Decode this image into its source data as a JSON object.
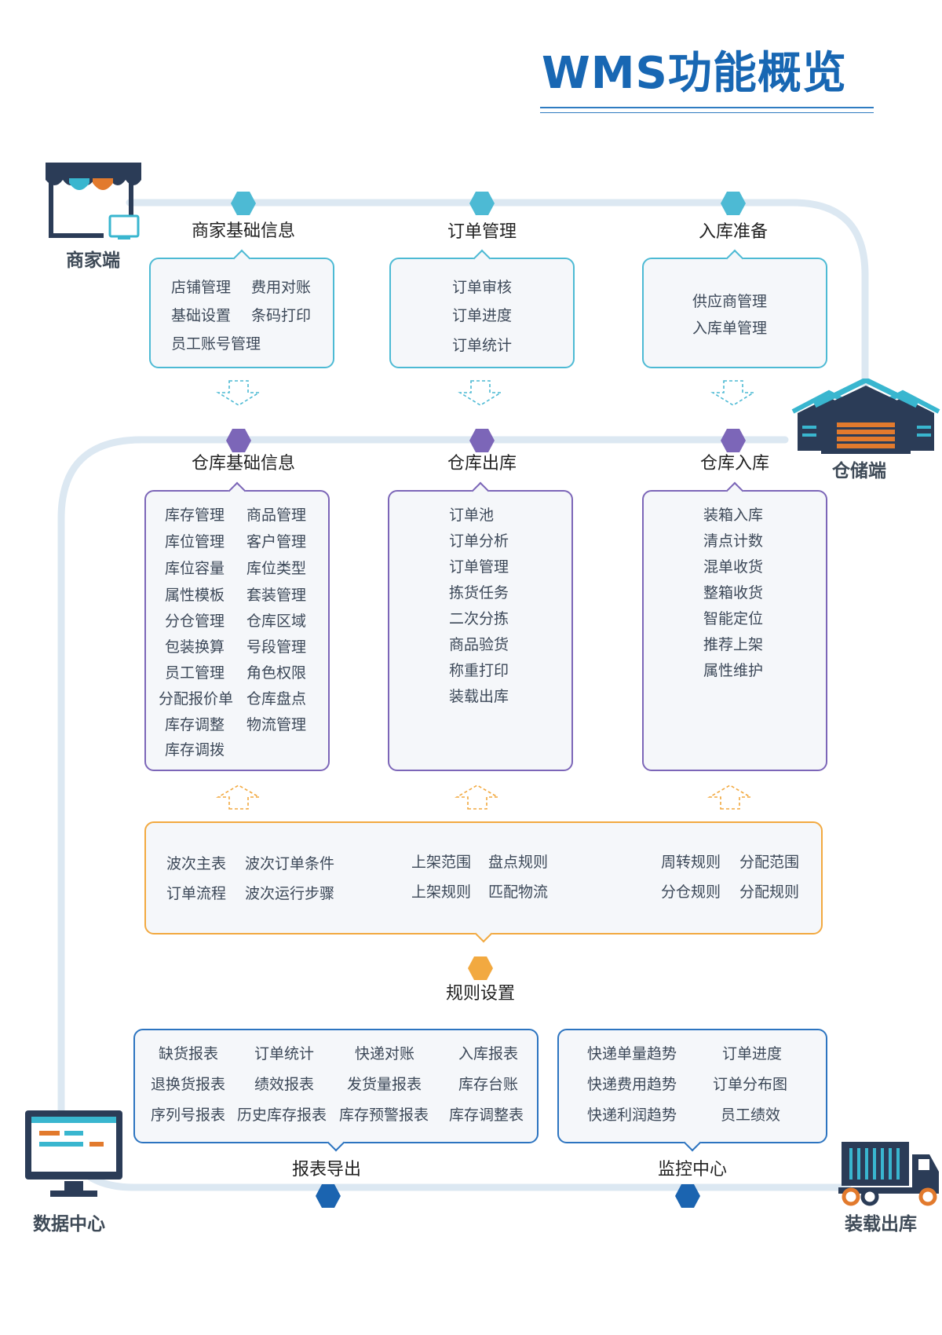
{
  "title": "WMS功能概览",
  "colors": {
    "teal": "#4dbad4",
    "purple": "#7c66b8",
    "orange": "#f2a940",
    "blue": "#1b64b0",
    "track": "#dce8f2",
    "title": "#1867b3"
  },
  "nodes": {
    "merchant": "商家端",
    "warehouse": "仓储端",
    "data_center": "数据中心",
    "loading": "装载出库"
  },
  "icons": {
    "merchant": "storefront-icon",
    "warehouse": "warehouse-icon",
    "data_center": "monitor-icon",
    "loading": "truck-icon"
  },
  "merchant_section": {
    "merchant_info": {
      "label": "商家基础信息",
      "items": [
        "店铺管理",
        "费用对账",
        "基础设置",
        "条码打印",
        "员工账号管理"
      ]
    },
    "order_mgmt": {
      "label": "订单管理",
      "items": [
        "订单审核",
        "订单进度",
        "订单统计"
      ]
    },
    "inbound_prep": {
      "label": "入库准备",
      "items": [
        "供应商管理",
        "入库单管理"
      ]
    }
  },
  "warehouse_section": {
    "warehouse_info": {
      "label": "仓库基础信息",
      "items": [
        "库存管理",
        "商品管理",
        "库位管理",
        "客户管理",
        "库位容量",
        "库位类型",
        "属性模板",
        "套装管理",
        "分仓管理",
        "仓库区域",
        "包装换算",
        "号段管理",
        "员工管理",
        "角色权限",
        "分配报价单",
        "仓库盘点",
        "库存调整",
        "物流管理",
        "库存调拨"
      ]
    },
    "outbound": {
      "label": "仓库出库",
      "items": [
        "订单池",
        "订单分析",
        "订单管理",
        "拣货任务",
        "二次分拣",
        "商品验货",
        "称重打印",
        "装载出库"
      ]
    },
    "inbound": {
      "label": "仓库入库",
      "items": [
        "装箱入库",
        "清点计数",
        "混单收货",
        "整箱收货",
        "智能定位",
        "推荐上架",
        "属性维护"
      ]
    }
  },
  "rules": {
    "label": "规则设置",
    "groups": [
      [
        "波次主表",
        "波次订单条件",
        "订单流程",
        "波次运行步骤"
      ],
      [
        "上架范围",
        "盘点规则",
        "上架规则",
        "匹配物流"
      ],
      [
        "周转规则",
        "分配范围",
        "分仓规则",
        "分配规则"
      ]
    ]
  },
  "reports": {
    "label": "报表导出",
    "items": [
      "缺货报表",
      "订单统计",
      "快递对账",
      "入库报表",
      "退换货报表",
      "绩效报表",
      "发货量报表",
      "库存台账",
      "序列号报表",
      "历史库存报表",
      "库存预警报表",
      "库存调整表"
    ]
  },
  "monitor": {
    "label": "监控中心",
    "items": [
      "快递单量趋势",
      "订单进度",
      "快递费用趋势",
      "订单分布图",
      "快递利润趋势",
      "员工绩效"
    ]
  }
}
